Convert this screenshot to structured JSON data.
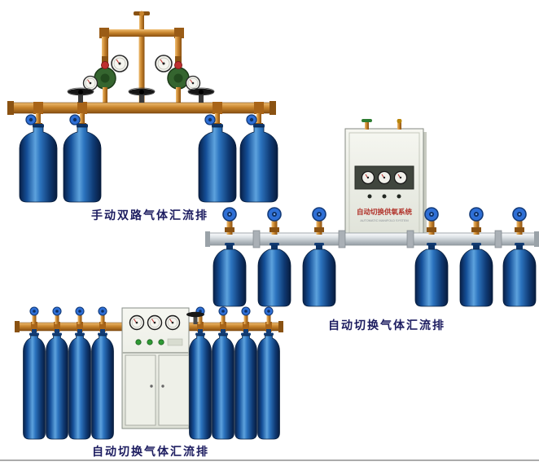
{
  "page": {
    "background": "#ffffff",
    "footer_rule_color": "#ababab"
  },
  "palette": {
    "cylinder_blue_dark": "#0a2550",
    "cylinder_blue_mid": "#2c74bf",
    "cylinder_blue_light": "#5da2dd",
    "brass": "#c8852e",
    "rail_silver": "#c2c8cd",
    "cabinet_body": "#eef0e8",
    "panel_dark": "#40463e",
    "panel_text_red": "#b03028",
    "handwheel_blue": "#2e6fd6",
    "caption_color": "#1c1c60"
  },
  "products": [
    {
      "id": "manual-dual-manifold",
      "caption": "手动双路气体汇流排",
      "cylinder_count": 4
    },
    {
      "id": "auto-switch-manifold-wall",
      "caption": "自动切换气体汇流排",
      "cylinder_count": 6,
      "panel_title": "自动切换供氧系统",
      "panel_subtitle": "AUTOMATIC MANIFOLD SYSTEM"
    },
    {
      "id": "auto-switch-manifold-cabinet",
      "caption": "自动切换气体汇流排",
      "cylinder_count": 8
    }
  ]
}
